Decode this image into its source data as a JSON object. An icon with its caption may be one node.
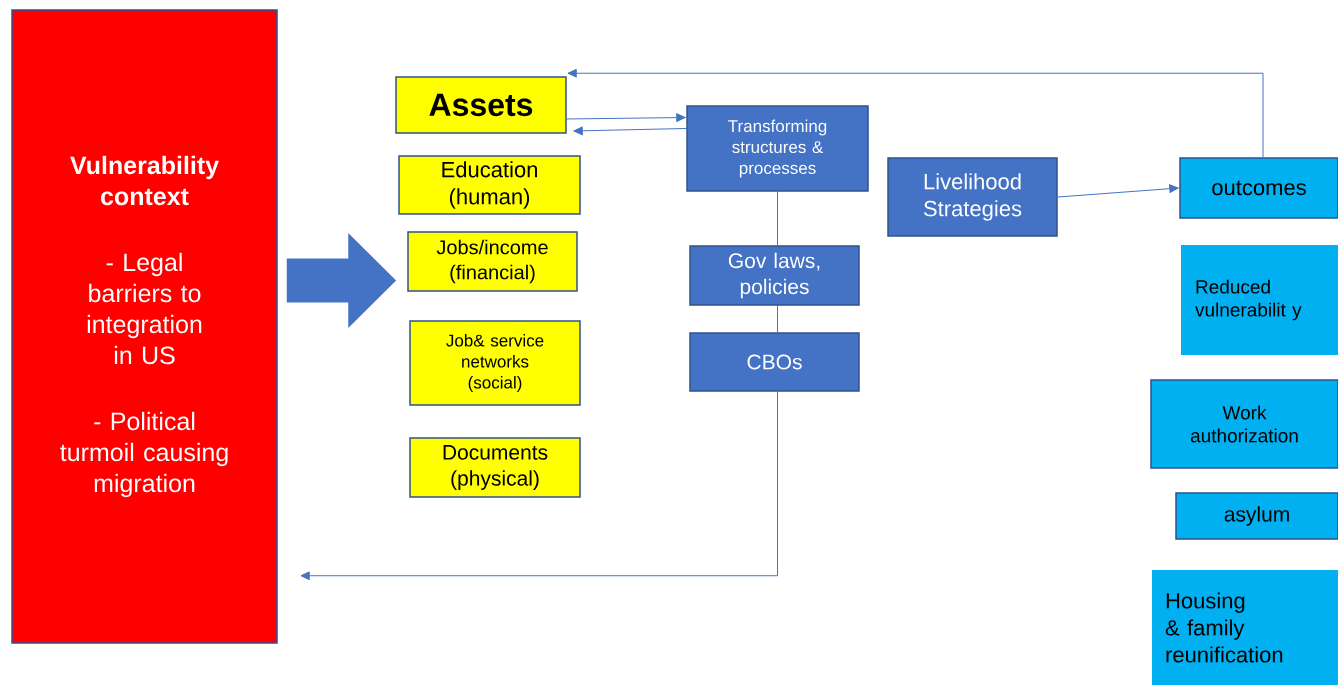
{
  "diagram": {
    "nodes": [
      {
        "text": [
          "Vulnerability context",
          "- Legal barriers to integration in US",
          "- Political turmoil causing migration"
        ]
      },
      {
        "text": [
          "Assets"
        ]
      },
      {
        "text": [
          "Education (human)"
        ]
      },
      {
        "text": [
          "Jobs/income (financial)"
        ]
      },
      {
        "text": [
          "Job& service networks (social)"
        ]
      },
      {
        "text": [
          "Documents (physical)"
        ]
      },
      {
        "text": [
          "Transforming structures & processes"
        ]
      },
      {
        "text": [
          "Gov laws, policies"
        ]
      },
      {
        "text": [
          "CBOs"
        ]
      },
      {
        "text": [
          "Livelihood Strategies"
        ]
      },
      {
        "text": [
          "outcomes"
        ]
      },
      {
        "text": [
          "Reduced vulnerabilit y"
        ]
      },
      {
        "text": [
          "Work authorization"
        ]
      },
      {
        "text": [
          "asylum"
        ]
      },
      {
        "text": [
          "Housing & family reunification"
        ]
      }
    ],
    "edges": [
      {
        "from": 0,
        "to": 3,
        "arrow": "to",
        "style": "thick"
      },
      {
        "from": 1,
        "to": 6,
        "arrow": "to"
      },
      {
        "from": 6,
        "to": 1,
        "arrow": "to"
      },
      {
        "from": 10,
        "to": 1,
        "arrow": "to"
      },
      {
        "from": 9,
        "to": 10,
        "arrow": "to"
      },
      {
        "from": 6,
        "to": 7,
        "arrow": "none"
      },
      {
        "from": 7,
        "to": 8,
        "arrow": "none"
      },
      {
        "from": 8,
        "to": 0,
        "arrow": "to"
      }
    ]
  }
}
